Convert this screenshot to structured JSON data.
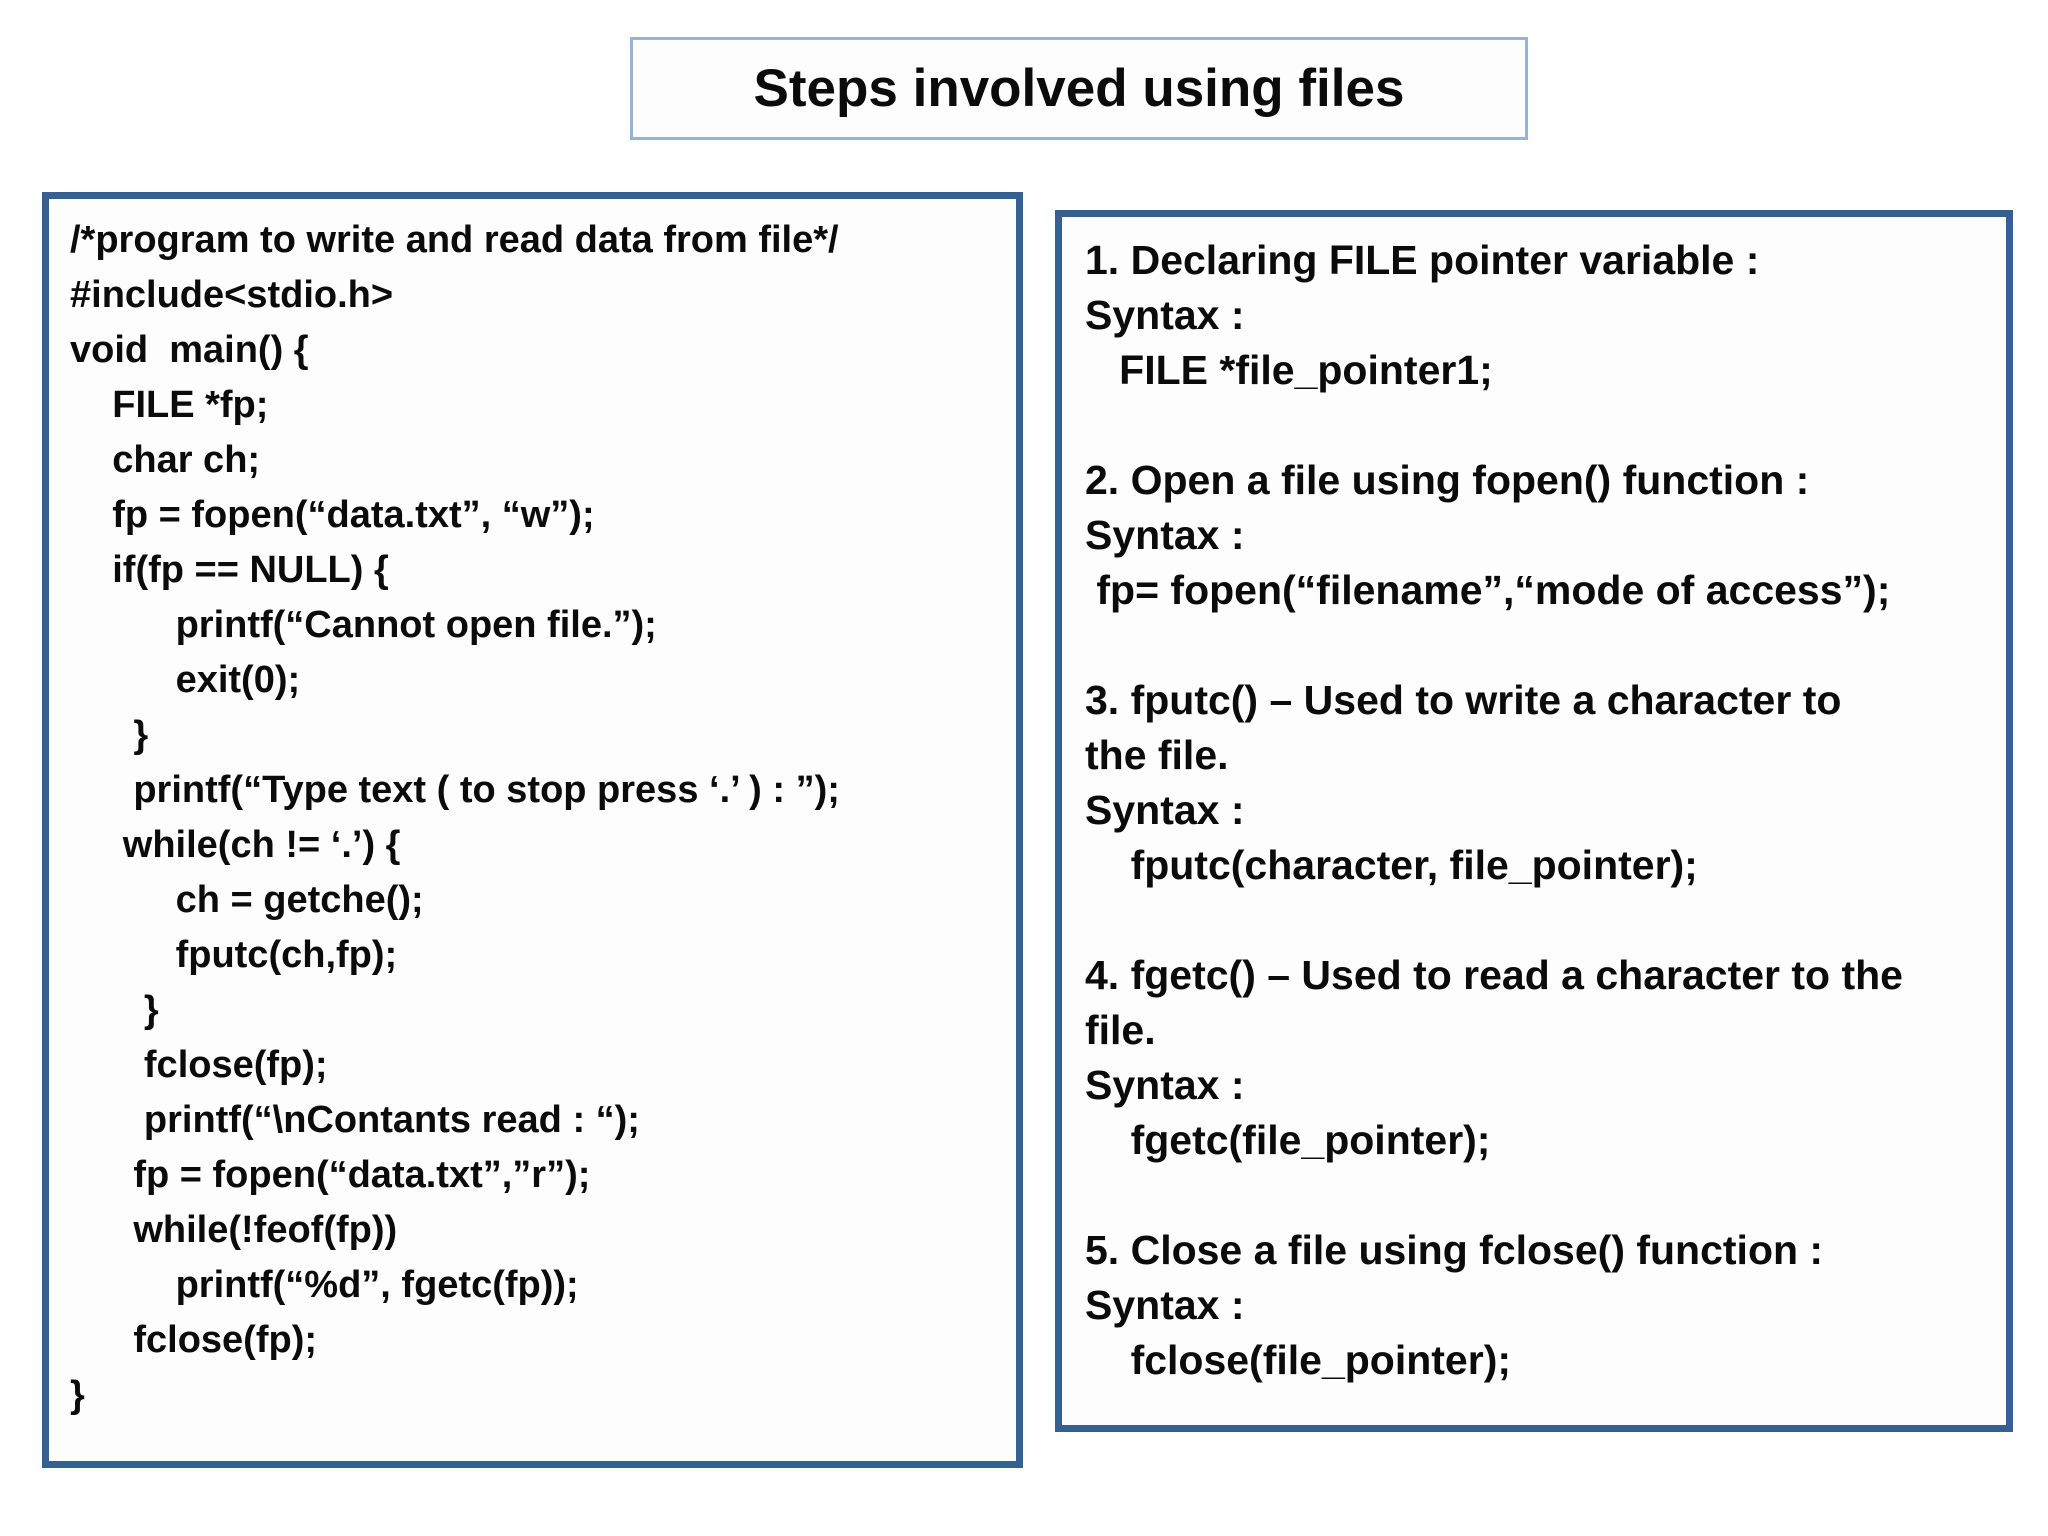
{
  "title": "Steps involved using files",
  "colors": {
    "panel_border": "#376092",
    "title_border": "#95b3d7",
    "text": "#0b0b0b",
    "background": "#ffffff"
  },
  "code_panel": {
    "lines": [
      "/*program to write and read data from file*/",
      "#include<stdio.h>",
      "void  main() {",
      "    FILE *fp;",
      "    char ch;",
      "    fp = fopen(“data.txt”, “w”);",
      "    if(fp == NULL) {",
      "          printf(“Cannot open file.”);",
      "          exit(0);",
      "      }",
      "      printf(“Type text ( to stop press ‘.’ ) : ”);",
      "     while(ch != ‘.’) {",
      "          ch = getche();",
      "          fputc(ch,fp);",
      "       }",
      "       fclose(fp);",
      "       printf(“\\nContants read : “);",
      "      fp = fopen(“data.txt”,”r”);",
      "      while(!feof(fp))",
      "          printf(“%d”, fgetc(fp));",
      "      fclose(fp);",
      "}"
    ]
  },
  "steps_panel": {
    "lines": [
      "1. Declaring FILE pointer variable :",
      "Syntax :",
      "   FILE *file_pointer1;",
      "",
      "2. Open a file using fopen() function :",
      "Syntax :",
      " fp= fopen(“filename”,“mode of access”);",
      "",
      "3. fputc() – Used to write a character to",
      "the file.",
      "Syntax :",
      "    fputc(character, file_pointer);",
      "",
      "4. fgetc() – Used to read a character to the",
      "file.",
      "Syntax :",
      "    fgetc(file_pointer);",
      "",
      "5. Close a file using fclose() function :",
      "Syntax :",
      "    fclose(file_pointer);"
    ]
  }
}
